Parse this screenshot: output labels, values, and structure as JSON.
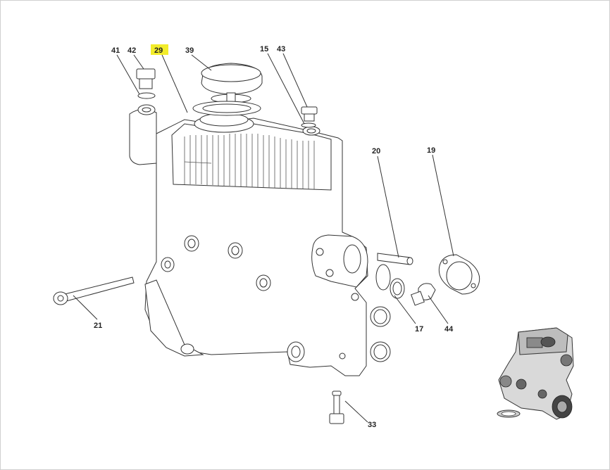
{
  "callouts": {
    "c41": "41",
    "c42": "42",
    "c29": "29",
    "c39": "39",
    "c15": "15",
    "c43": "43",
    "c20": "20",
    "c19": "19",
    "c21": "21",
    "c17": "17",
    "c44": "44",
    "c33": "33"
  },
  "highlight": {
    "callout": "29",
    "color": "#f2ec2a"
  }
}
